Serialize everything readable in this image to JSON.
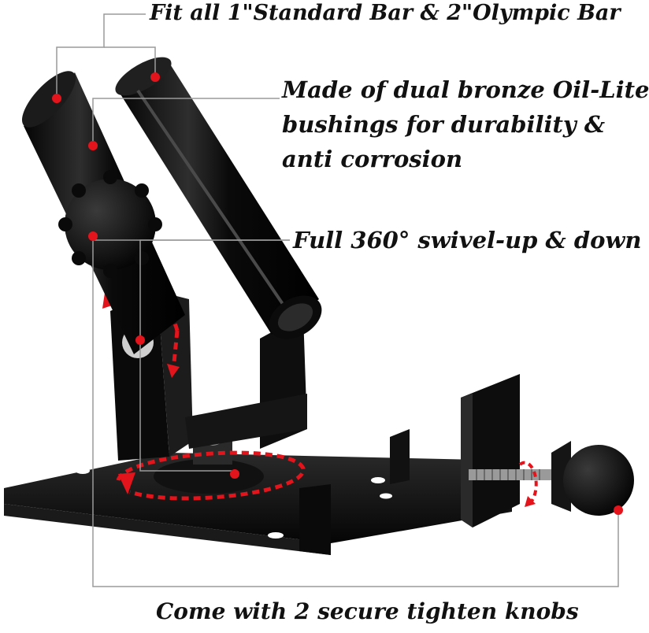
{
  "captions": {
    "fit": "Fit all 1\"Standard Bar & 2\"Olympic Bar",
    "bushings": {
      "line1": "Made of dual bronze Oil-Lite",
      "line2": "bushings for durability &",
      "line3": "anti corrosion"
    },
    "swivel": "Full 360° swivel-up & down",
    "knobs": "Come with 2 secure tighten knobs"
  },
  "colors": {
    "metal": "#0c0c0c",
    "highlight": "#3a3a3a",
    "marker": "#e3141b",
    "leader": "#9a9a9a",
    "text": "#111111"
  },
  "icons": [
    "rotation-arrow-icon",
    "marker-dot-icon"
  ]
}
